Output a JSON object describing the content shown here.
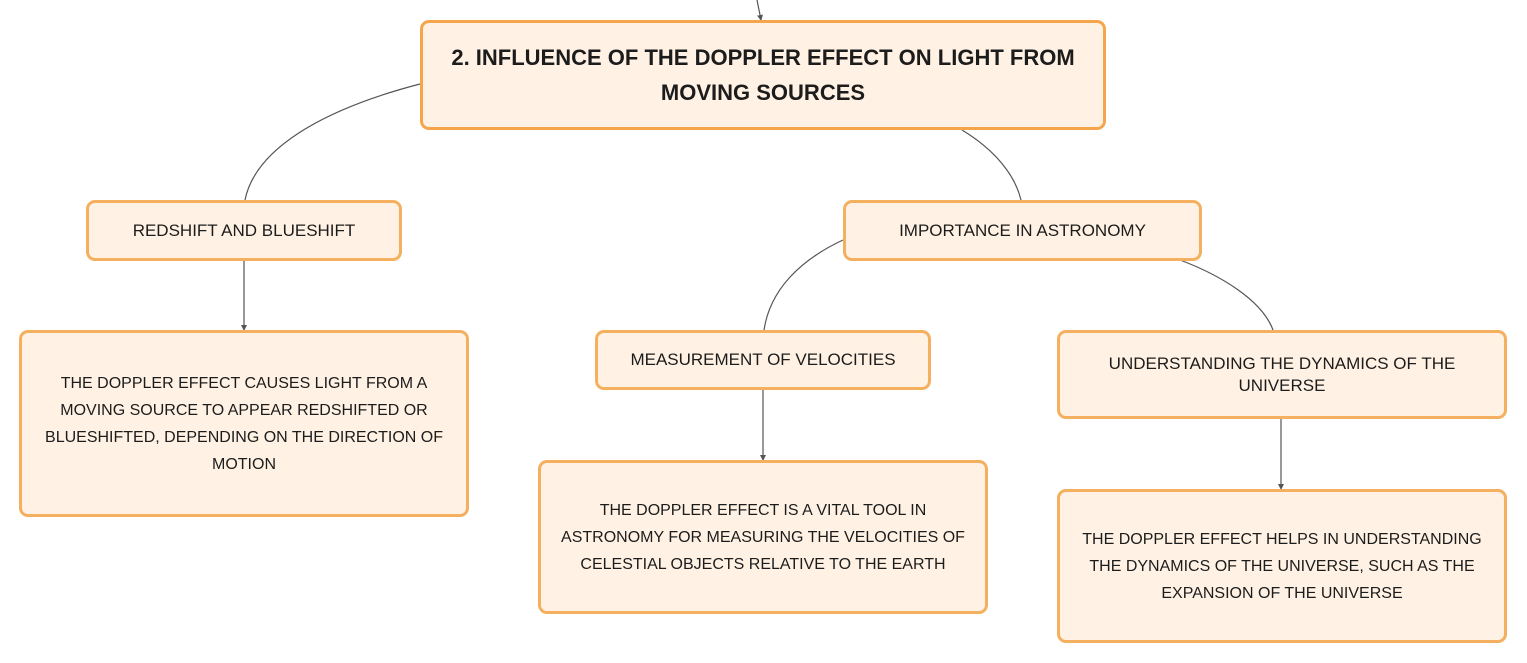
{
  "diagram": {
    "root": {
      "text": "2. INFLUENCE OF THE DOPPLER EFFECT ON LIGHT FROM MOVING SOURCES"
    },
    "branches": [
      {
        "text": "REDSHIFT AND BLUESHIFT",
        "detail": "THE DOPPLER EFFECT CAUSES LIGHT FROM A MOVING SOURCE TO APPEAR REDSHIFTED OR BLUESHIFTED, DEPENDING ON THE DIRECTION OF MOTION"
      },
      {
        "text": "IMPORTANCE IN ASTRONOMY",
        "children": [
          {
            "text": "MEASUREMENT OF VELOCITIES",
            "detail": "THE DOPPLER EFFECT IS A VITAL TOOL IN ASTRONOMY FOR MEASURING THE VELOCITIES OF CELESTIAL OBJECTS RELATIVE TO THE EARTH"
          },
          {
            "text": "UNDERSTANDING THE DYNAMICS OF THE UNIVERSE",
            "detail": "THE DOPPLER EFFECT HELPS IN UNDERSTANDING THE DYNAMICS OF THE UNIVERSE, SUCH AS THE EXPANSION OF THE UNIVERSE"
          }
        ]
      }
    ]
  },
  "colors": {
    "node_fill": "#fff2e4",
    "node_border": "#f4b05e",
    "connector": "#555555",
    "text": "#1c1c1c"
  }
}
